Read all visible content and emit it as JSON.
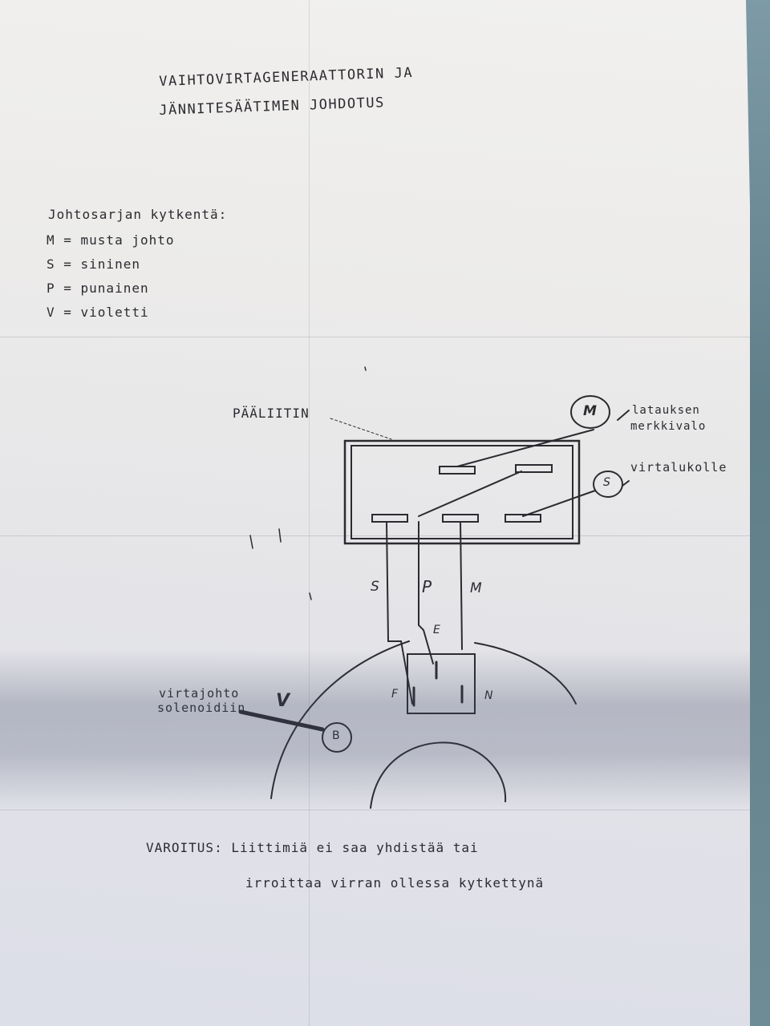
{
  "title": {
    "line1": "VAIHTOVIRTAGENERAATTORIN JA",
    "line2": "JÄNNITESÄÄTIMEN JOHDOTUS"
  },
  "legend": {
    "heading": "Johtosarjan kytkentä:",
    "items": [
      {
        "text": "M = musta johto"
      },
      {
        "text": "S = sininen"
      },
      {
        "text": "P = punainen"
      },
      {
        "text": "V = violetti"
      }
    ]
  },
  "diagram": {
    "connector_label": "PÄÄLIITIN",
    "circle_m": "M",
    "circle_s": "S",
    "charge_light_line1": "latauksen",
    "charge_light_line2": "merkkivalo",
    "ignition": "virtalukolle",
    "wire_s": "S",
    "wire_p": "P",
    "wire_m": "M",
    "term_e": "E",
    "term_f": "F",
    "term_n": "N",
    "term_b": "B",
    "solenoid_line1": "virtajohto",
    "solenoid_line2": "solenoidiin",
    "wire_v": "V"
  },
  "warning": {
    "line1": "VAROITUS: Liittimiä ei saa yhdistää tai",
    "line2": "irroittaa virran ollessa kytkettynä"
  }
}
